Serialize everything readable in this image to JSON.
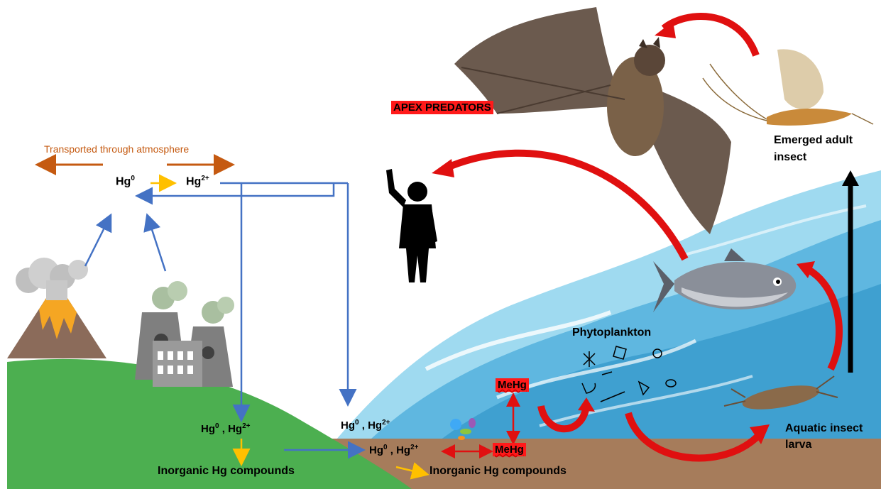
{
  "labels": {
    "transport": "Transported through atmosphere",
    "hg0_atm": "Hg",
    "hg0_atm_sup": "0",
    "hg2_atm": "Hg",
    "hg2_atm_sup": "2+",
    "apex": "APEX PREDATORS",
    "emerged": "Emerged adult insect",
    "phytoplankton": "Phytoplankton",
    "aquatic": "Aquatic insect larva",
    "mehg_water": "MeHg",
    "mehg_sed": "MeHg",
    "land_hg_a": "Hg",
    "land_hg_a_sup": "0",
    "land_hg_sep": " , Hg",
    "land_hg_b_sup": "2+",
    "land_inorganic": "Inorganic Hg compounds",
    "water_hg_a": "Hg",
    "water_hg_a_sup": "0",
    "water_hg_sep": " , Hg",
    "water_hg_b_sup": "2+",
    "sed_hg_a": "Hg",
    "sed_hg_a_sup": "0",
    "sed_hg_sep": " , Hg",
    "sed_hg_b_sup": "2+",
    "sed_inorganic": "Inorganic Hg compounds"
  },
  "colors": {
    "blue_arrow": "#4472c4",
    "orange_arrow": "#c55a11",
    "yellow_arrow": "#ffc000",
    "red_arrow": "#e01010",
    "land": "#4caf50",
    "sediment": "#a67c5b",
    "water": "#7ecbea"
  }
}
